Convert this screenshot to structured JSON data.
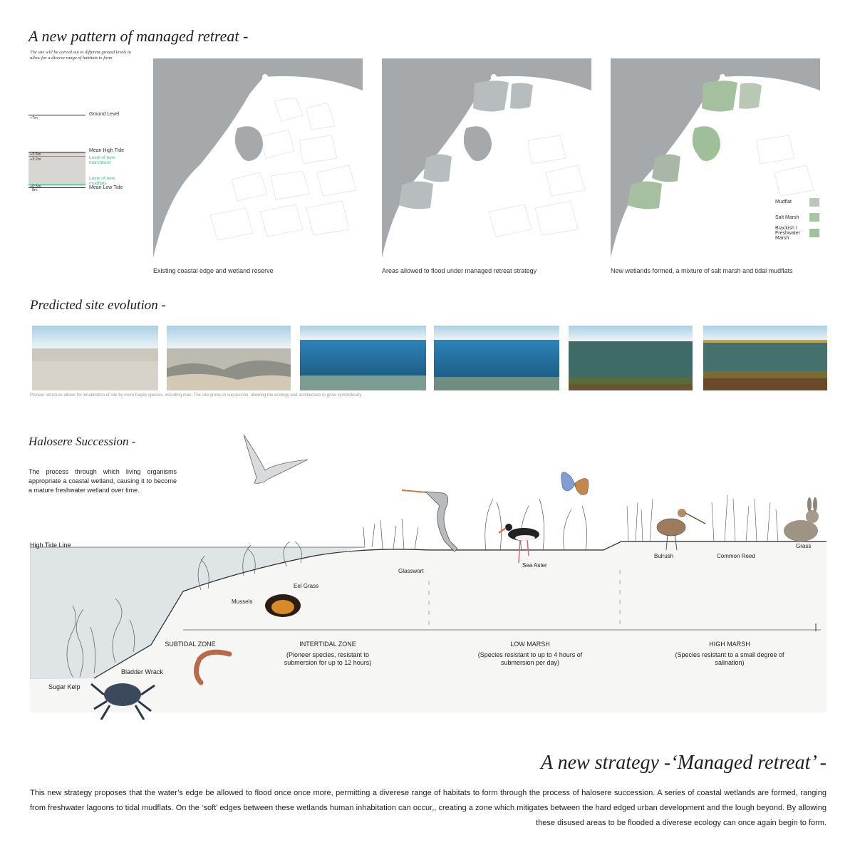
{
  "section1": {
    "title": "A new pattern of managed retreat -",
    "note": "The site will be carved out to different ground levels to allow for a diverse range of habitats to form",
    "levels": {
      "ground_value": "+7m",
      "ground_label": "Ground Level",
      "high_value": "+3.5m",
      "high_label": "Mean High Tide",
      "marsh_value": "+3.2m",
      "marsh_label": "Level of new marshland",
      "mud_label": "Level of new mudflats",
      "mud_value": "+0.5m",
      "low_value": "0m",
      "low_label": "Mean Low Tide"
    },
    "panels": [
      {
        "caption": "Existing coastal edge and wetland reserve"
      },
      {
        "caption": "Areas allowed to flood under managed retreat strategy"
      },
      {
        "caption": "New wetlands formed, a mixture of salt marsh and tidal mudflats"
      }
    ],
    "legend": [
      {
        "label": "Mudflat",
        "color": "#b9c7b5"
      },
      {
        "label": "Salt Marsh",
        "color": "#a9c4a3"
      },
      {
        "label": "Brackish / Freshwater Marsh",
        "color": "#9fc29a"
      }
    ],
    "colors": {
      "sea": "#a5a9ab",
      "flood": "#b7bcbe",
      "wetland": "#a5c09e",
      "land": "#ffffff"
    }
  },
  "section2": {
    "title": "Predicted site evolution -",
    "caption": "Pioneer structure allows for inhabitation of site by more fragile species, including man. The site grows in succession, allowing the ecology and architecture to grow symbiotically"
  },
  "section3": {
    "title": "Halosere Succession -",
    "description": "The process through which living organisms appropriate a coastal wetland, causing it to become a mature freshwater wetland over time.",
    "high_tide_label": "High Tide Line",
    "species": {
      "glasswort": "Glasswort",
      "sea_aster": "Sea Aster",
      "bulrush": "Bulrush",
      "common_reed": "Common Reed",
      "grass": "Grass",
      "eel_grass": "Eel Grass",
      "mussels": "Mussels",
      "bladder_wrack": "Bladder Wrack",
      "sugar_kelp": "Sugar Kelp"
    },
    "zones": {
      "subtidal": "SUBTIDAL ZONE",
      "intertidal_title": "INTERTIDAL ZONE",
      "intertidal_desc": "(Pioneer species, resistant to submersion for up to 12 hours)",
      "low_title": "LOW MARSH",
      "low_desc": "(Species resistant to up to 4 hours of submersion per day)",
      "high_title": "HIGH MARSH",
      "high_desc": "(Species resistant to a small degree of salination)"
    }
  },
  "section4": {
    "title": "A new strategy -‘Managed retreat’ -",
    "text": "This new strategy proposes that the water’s edge be allowed to flood once once more, permitting a diverese range of habitats to form through the process of halosere succession. A series of coastal wetlands are formed, ranging from freshwater lagoons to tidal mudflats. On the ‘soft’ edges between these wetlands human inhabitation can occur,, creating a zone which mitigates between the hard edged urban development and the lough beyond. By allowing these disused areas to be flooded a diverese ecology can once again begin to form."
  }
}
